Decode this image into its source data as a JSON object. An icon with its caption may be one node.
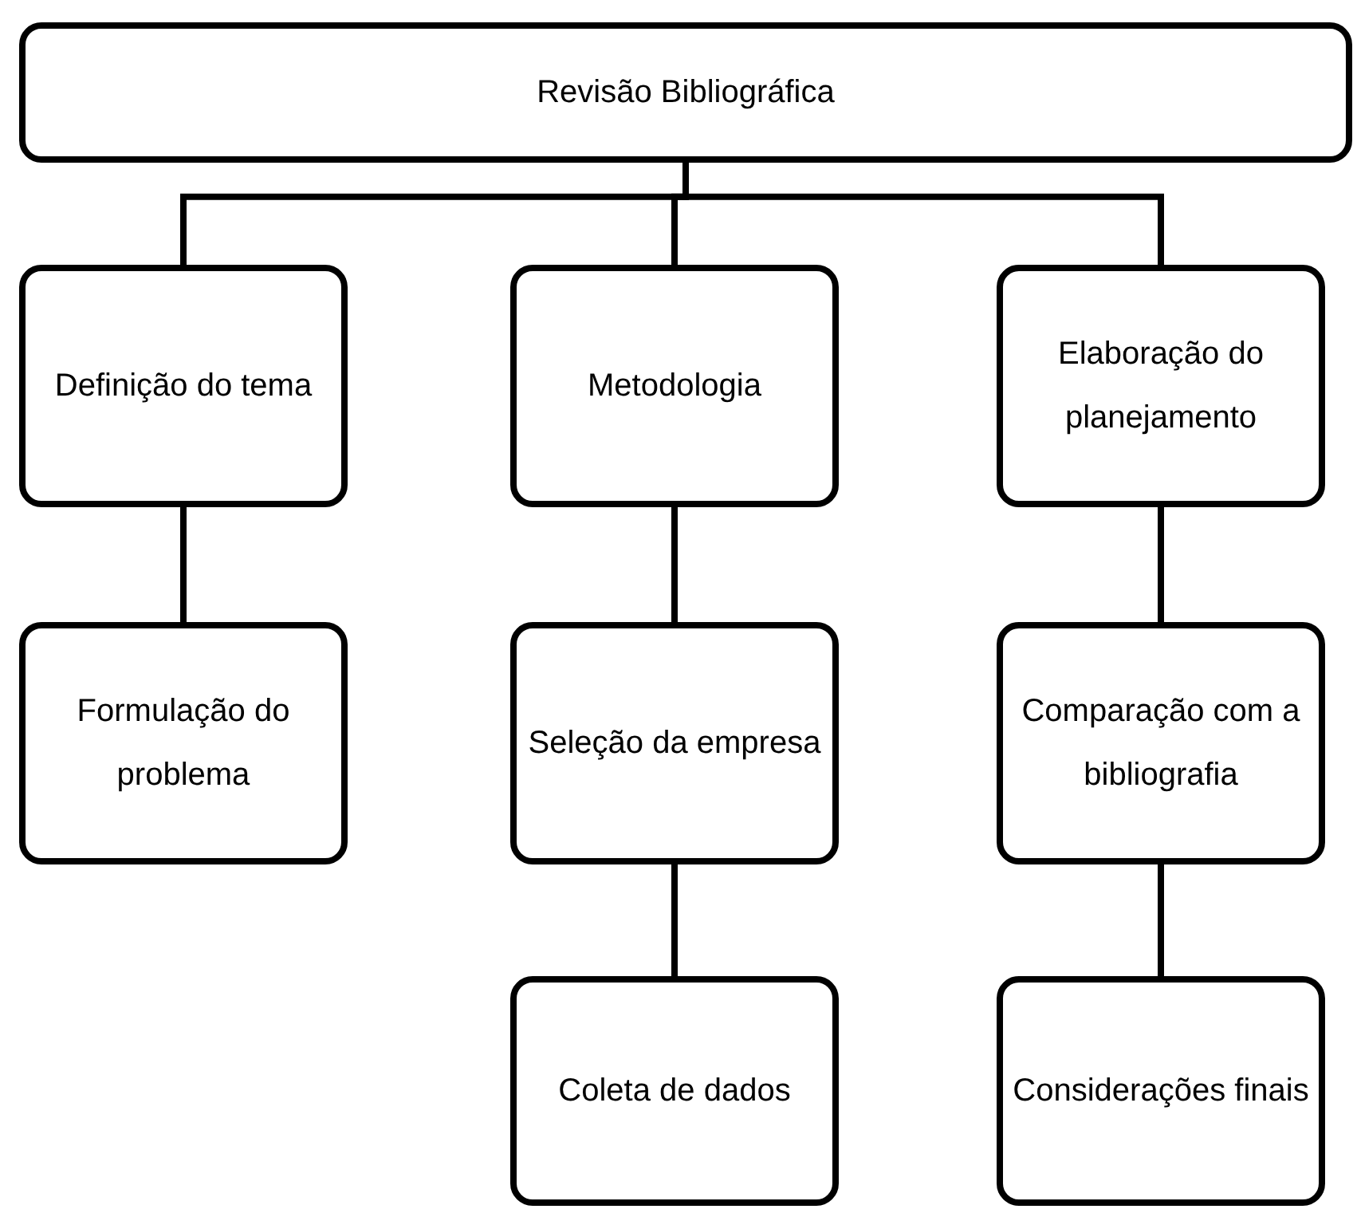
{
  "diagram": {
    "nodes": [
      {
        "text": [
          "Revisão Bibliográfica"
        ]
      },
      {
        "text": [
          "Definição do tema"
        ]
      },
      {
        "text": [
          "Metodologia"
        ]
      },
      {
        "text": [
          "Elaboração do planejamento"
        ]
      },
      {
        "text": [
          "Formulação do problema"
        ]
      },
      {
        "text": [
          "Seleção da empresa"
        ]
      },
      {
        "text": [
          "Comparação com a bibliografia"
        ]
      },
      {
        "text": [
          "Coleta de dados"
        ]
      },
      {
        "text": [
          "Considerações finais"
        ]
      }
    ],
    "edges": [
      {
        "from": 0,
        "to": 1,
        "arrow": "none"
      },
      {
        "from": 0,
        "to": 2,
        "arrow": "none"
      },
      {
        "from": 0,
        "to": 3,
        "arrow": "none"
      },
      {
        "from": 1,
        "to": 4,
        "arrow": "none"
      },
      {
        "from": 2,
        "to": 5,
        "arrow": "none"
      },
      {
        "from": 3,
        "to": 6,
        "arrow": "none"
      },
      {
        "from": 5,
        "to": 7,
        "arrow": "none"
      },
      {
        "from": 6,
        "to": 8,
        "arrow": "none"
      }
    ]
  }
}
